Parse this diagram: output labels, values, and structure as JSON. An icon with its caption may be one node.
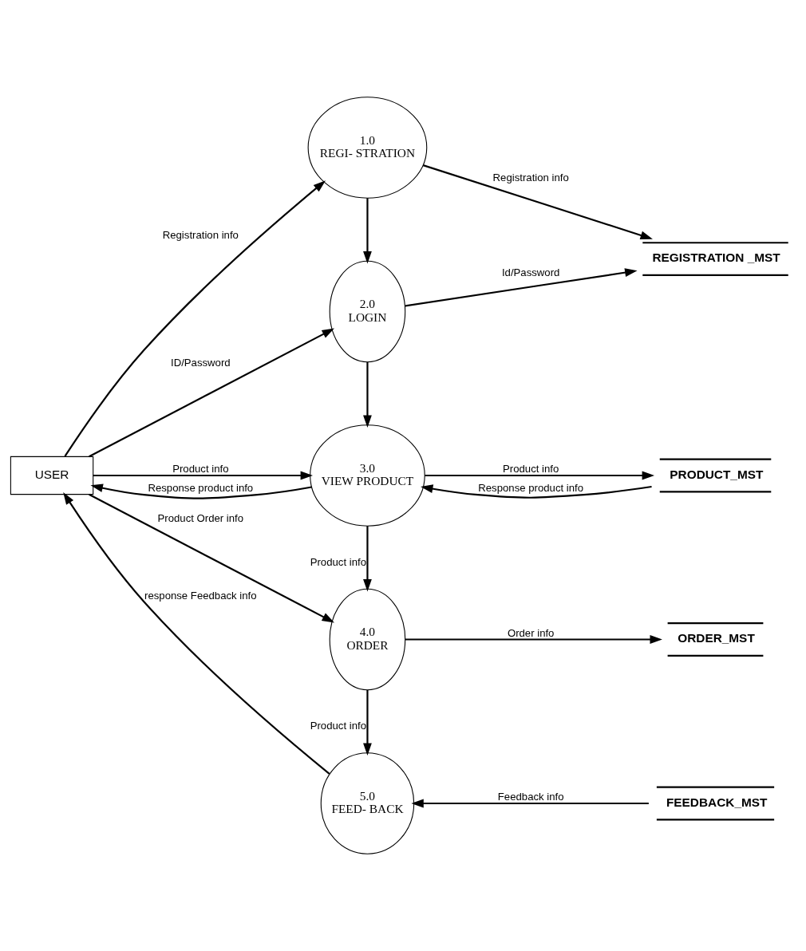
{
  "diagram": {
    "nodes": [
      {
        "text": [
          "USER"
        ]
      },
      {
        "text": [
          "1.0",
          "REGI- STRATION"
        ]
      },
      {
        "text": [
          "2.0",
          "LOGIN"
        ]
      },
      {
        "text": [
          "3.0",
          "VIEW PRODUCT"
        ]
      },
      {
        "text": [
          "4.0",
          "ORDER"
        ]
      },
      {
        "text": [
          "5.0",
          "FEED- BACK"
        ]
      },
      {
        "text": [
          "REGISTRATION _MST"
        ]
      },
      {
        "text": [
          "PRODUCT_MST"
        ]
      },
      {
        "text": [
          "ORDER_MST"
        ]
      },
      {
        "text": [
          "FEEDBACK_MST"
        ]
      }
    ],
    "edges": [
      {
        "from": 0,
        "to": 1,
        "arrow": "to",
        "label": "Registration info"
      },
      {
        "from": 1,
        "to": 6,
        "arrow": "to",
        "label": "Registration info"
      },
      {
        "from": 1,
        "to": 2,
        "arrow": "to"
      },
      {
        "from": 0,
        "to": 2,
        "arrow": "to",
        "label": "ID/Password"
      },
      {
        "from": 2,
        "to": 6,
        "arrow": "to",
        "label": "Id/Password"
      },
      {
        "from": 2,
        "to": 3,
        "arrow": "to"
      },
      {
        "from": 0,
        "to": 3,
        "arrow": "to",
        "label": "Product info"
      },
      {
        "from": 3,
        "to": 0,
        "arrow": "to",
        "label": "Response product info"
      },
      {
        "from": 3,
        "to": 7,
        "arrow": "to",
        "label": "Product info"
      },
      {
        "from": 7,
        "to": 3,
        "arrow": "to",
        "label": "Response product info"
      },
      {
        "from": 3,
        "to": 4,
        "arrow": "to",
        "label": "Product info"
      },
      {
        "from": 0,
        "to": 4,
        "arrow": "to",
        "label": "Product Order info"
      },
      {
        "from": 4,
        "to": 8,
        "arrow": "to",
        "label": "Order info"
      },
      {
        "from": 4,
        "to": 5,
        "arrow": "to",
        "label": "Product info"
      },
      {
        "from": 9,
        "to": 5,
        "arrow": "to",
        "label": "Feedback info"
      },
      {
        "from": 5,
        "to": 0,
        "arrow": "to",
        "label": "response Feedback info"
      }
    ]
  }
}
